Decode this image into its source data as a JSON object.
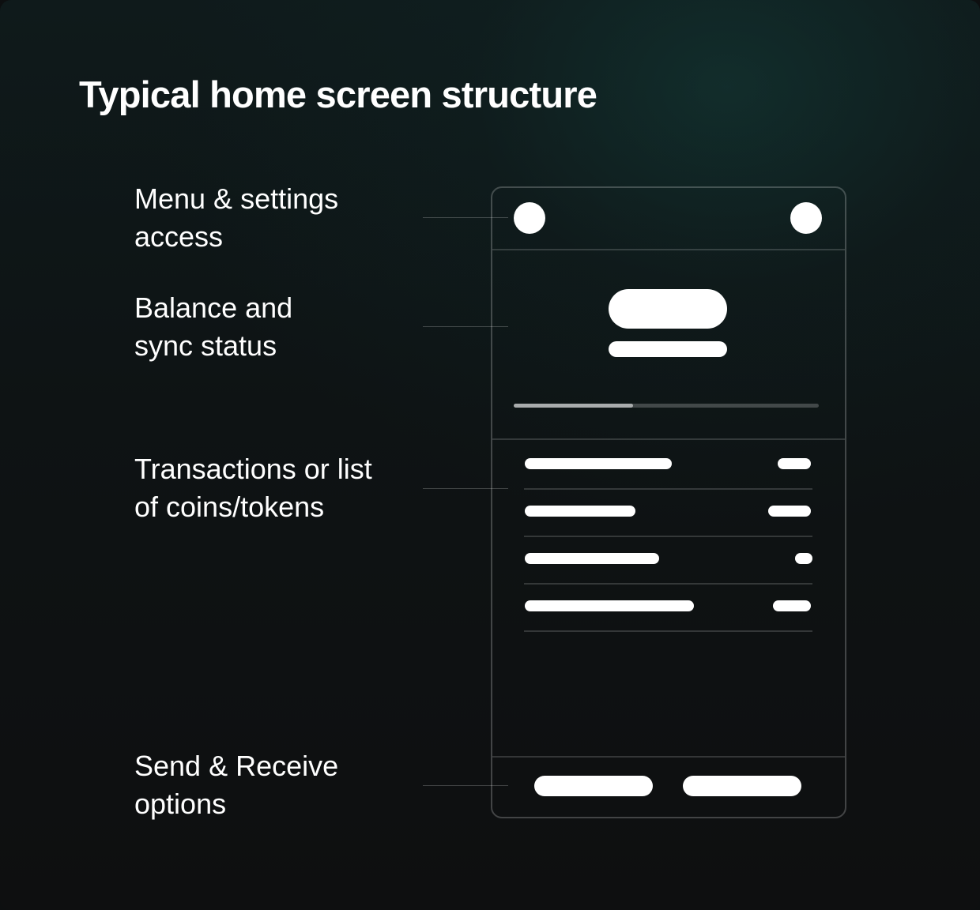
{
  "title": "Typical home screen structure",
  "labels": {
    "menu": [
      "Menu & settings",
      "access"
    ],
    "balance": [
      "Balance and",
      "sync status"
    ],
    "transactions": [
      "Transactions or list",
      "of coins/tokens"
    ],
    "send_receive": [
      "Send & Receive",
      "options"
    ]
  },
  "wireframe": {
    "sync_progress": 0.39,
    "list_rows": 4
  },
  "colors": {
    "background": "#0e1112",
    "accent_glow": "#143e3a",
    "foreground": "#ffffff"
  }
}
